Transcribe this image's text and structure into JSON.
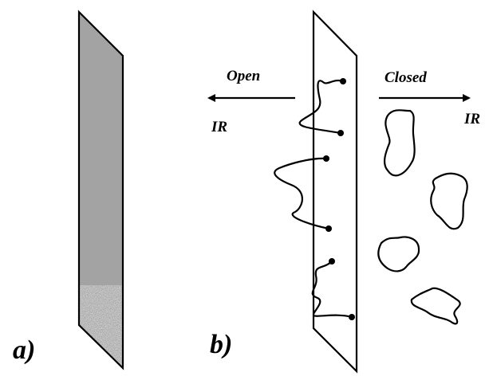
{
  "panel_a": {
    "label": "a)"
  },
  "panel_b": {
    "label": "b)",
    "left_arrow": {
      "top_label": "Open",
      "bottom_label": "IR"
    },
    "right_arrow": {
      "top_label": "Closed",
      "bottom_label": "IR"
    }
  },
  "colors": {
    "strip_fill": "#a3a3a3",
    "stroke": "#000000",
    "background": "#ffffff"
  }
}
